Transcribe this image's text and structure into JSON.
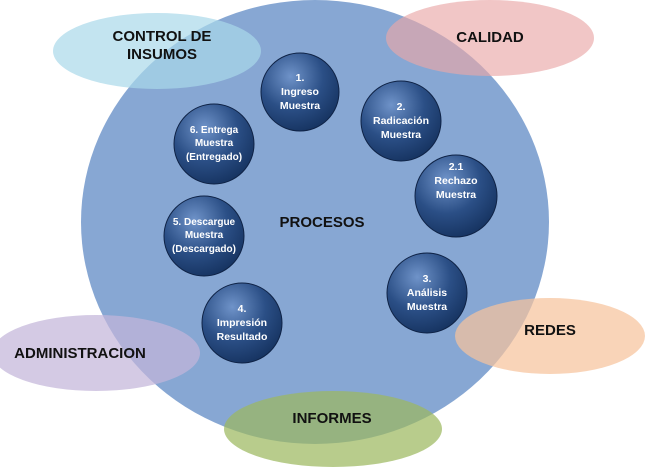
{
  "center": {
    "label": "PROCESOS"
  },
  "areas": [
    {
      "id": "control",
      "label": "CONTROL DE\nINSUMOS",
      "color": "#a9d8ea"
    },
    {
      "id": "calidad",
      "label": "CALIDAD",
      "color": "#e9a8a8"
    },
    {
      "id": "redes",
      "label": "REDES",
      "color": "#f6c49d"
    },
    {
      "id": "admin",
      "label": "ADMINISTRACION",
      "color": "#c4b5da"
    },
    {
      "id": "informes",
      "label": "INFORMES",
      "color": "#9cb860"
    }
  ],
  "steps": [
    {
      "id": "ingreso",
      "label": "1.\nIngreso\nMuestra"
    },
    {
      "id": "radicacion",
      "label": "2.\nRadicación\nMuestra"
    },
    {
      "id": "rechazo",
      "label": "2.1\nRechazo\nMuestra"
    },
    {
      "id": "analisis",
      "label": "3.\nAnálisis\nMuestra"
    },
    {
      "id": "impresion",
      "label": "4.\nImpresión\nResultado"
    },
    {
      "id": "descargue",
      "label": "5. Descargue\nMuestra\n(Descargado)"
    },
    {
      "id": "entrega",
      "label": "6. Entrega\nMuestra\n(Entregado)"
    }
  ],
  "colors": {
    "process_circle": "#7d9fcf",
    "node_fill": "#1d3d70"
  }
}
